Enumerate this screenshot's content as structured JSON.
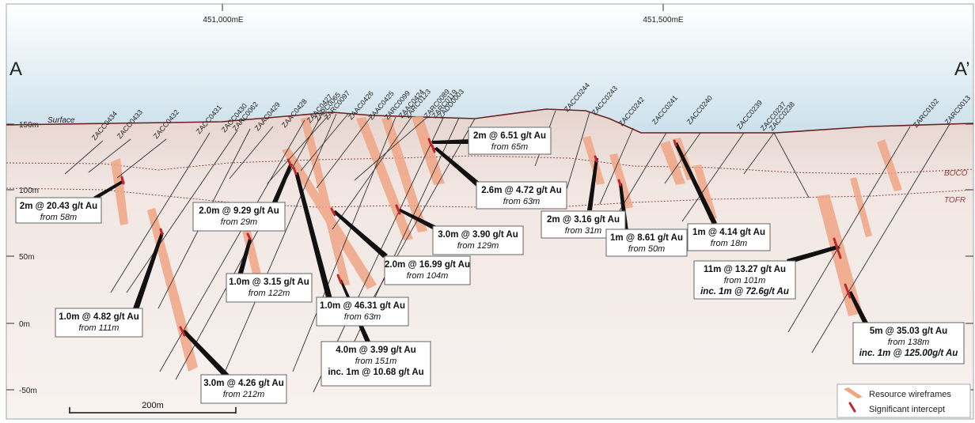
{
  "section": {
    "left_label": "A",
    "right_label": "A’"
  },
  "eastings": [
    "451,000mE",
    "451,500mE"
  ],
  "elevations": [
    "150m",
    "100m",
    "50m",
    "0m",
    "-50m"
  ],
  "layers": {
    "surface": "Surface",
    "boco": "BOCO",
    "tofr": "TOFR"
  },
  "scale_bar": "200m",
  "holes": [
    "ZACC0434",
    "ZACC0433",
    "ZACC0432",
    "ZACC0431",
    "ZACC0430",
    "ZARC0062",
    "ZAAC0429",
    "ZAAC0428",
    "ZAAC0427",
    "ZARC0065",
    "ZARC0097",
    "ZAAC0426",
    "ZAAC0425",
    "ZARC0099",
    "ZAAC0424",
    "ZARC0123",
    "ZARC0089",
    "ZARC0119",
    "ZADD0003",
    "ZACC0244",
    "ZACC0243",
    "ZACC0242",
    "ZACC0241",
    "ZACC0240",
    "ZACC0239",
    "ZACC0237",
    "ZACC0238",
    "ZARC0102",
    "ZARC0013"
  ],
  "intercepts": [
    {
      "l1": "2m @ 20.43 g/t Au",
      "l2": "from 58m"
    },
    {
      "l1": "1.0m @ 4.82 g/t Au",
      "l2": "from 111m"
    },
    {
      "l1": "3.0m @ 4.26 g/t Au",
      "l2": "from 212m"
    },
    {
      "l1": "2.0m @ 9.29 g/t Au",
      "l2": "from 29m"
    },
    {
      "l1": "1.0m @ 3.15 g/t Au",
      "l2": "from 122m"
    },
    {
      "l1": "1.0m @ 46.31 g/t Au",
      "l2": "from 63m"
    },
    {
      "l1": "4.0m @ 3.99 g/t Au",
      "l2": "from 151m",
      "l3": "inc. 1m @ 10.68 g/t Au"
    },
    {
      "l1": "2.0m @ 16.99 g/t Au",
      "l2": "from 104m"
    },
    {
      "l1": "3.0m @ 3.90 g/t Au",
      "l2": "from 129m"
    },
    {
      "l1": "2m @ 6.51 g/t Au",
      "l2": "from 65m"
    },
    {
      "l1": "2.6m @ 4.72 g/t Au",
      "l2": "from 63m"
    },
    {
      "l1": "2m @ 3.16 g/t Au",
      "l2": "from 31m"
    },
    {
      "l1": "1m @ 8.61 g/t Au",
      "l2": "from 50m"
    },
    {
      "l1": "1m @ 4.14 g/t Au",
      "l2": "from 18m"
    },
    {
      "l1": "11m @ 13.27 g/t Au",
      "l2": "from 101m",
      "l3": "inc. 1m @ 72.6g/t Au"
    },
    {
      "l1": "5m @ 35.03 g/t Au",
      "l2": "from 138m",
      "l3": "inc. 1m @ 125.00g/t Au"
    }
  ],
  "legend": {
    "wireframes": "Resource wireframes",
    "intercept": "Significant intercept"
  },
  "colors": {
    "sky": "#cfe3ee",
    "ground": "#f0e6e1",
    "surface_line": "#6b1f1f",
    "wireframe": "#f0a585",
    "intercept": "#c0262d",
    "layer_line": "#8a4a4a"
  }
}
